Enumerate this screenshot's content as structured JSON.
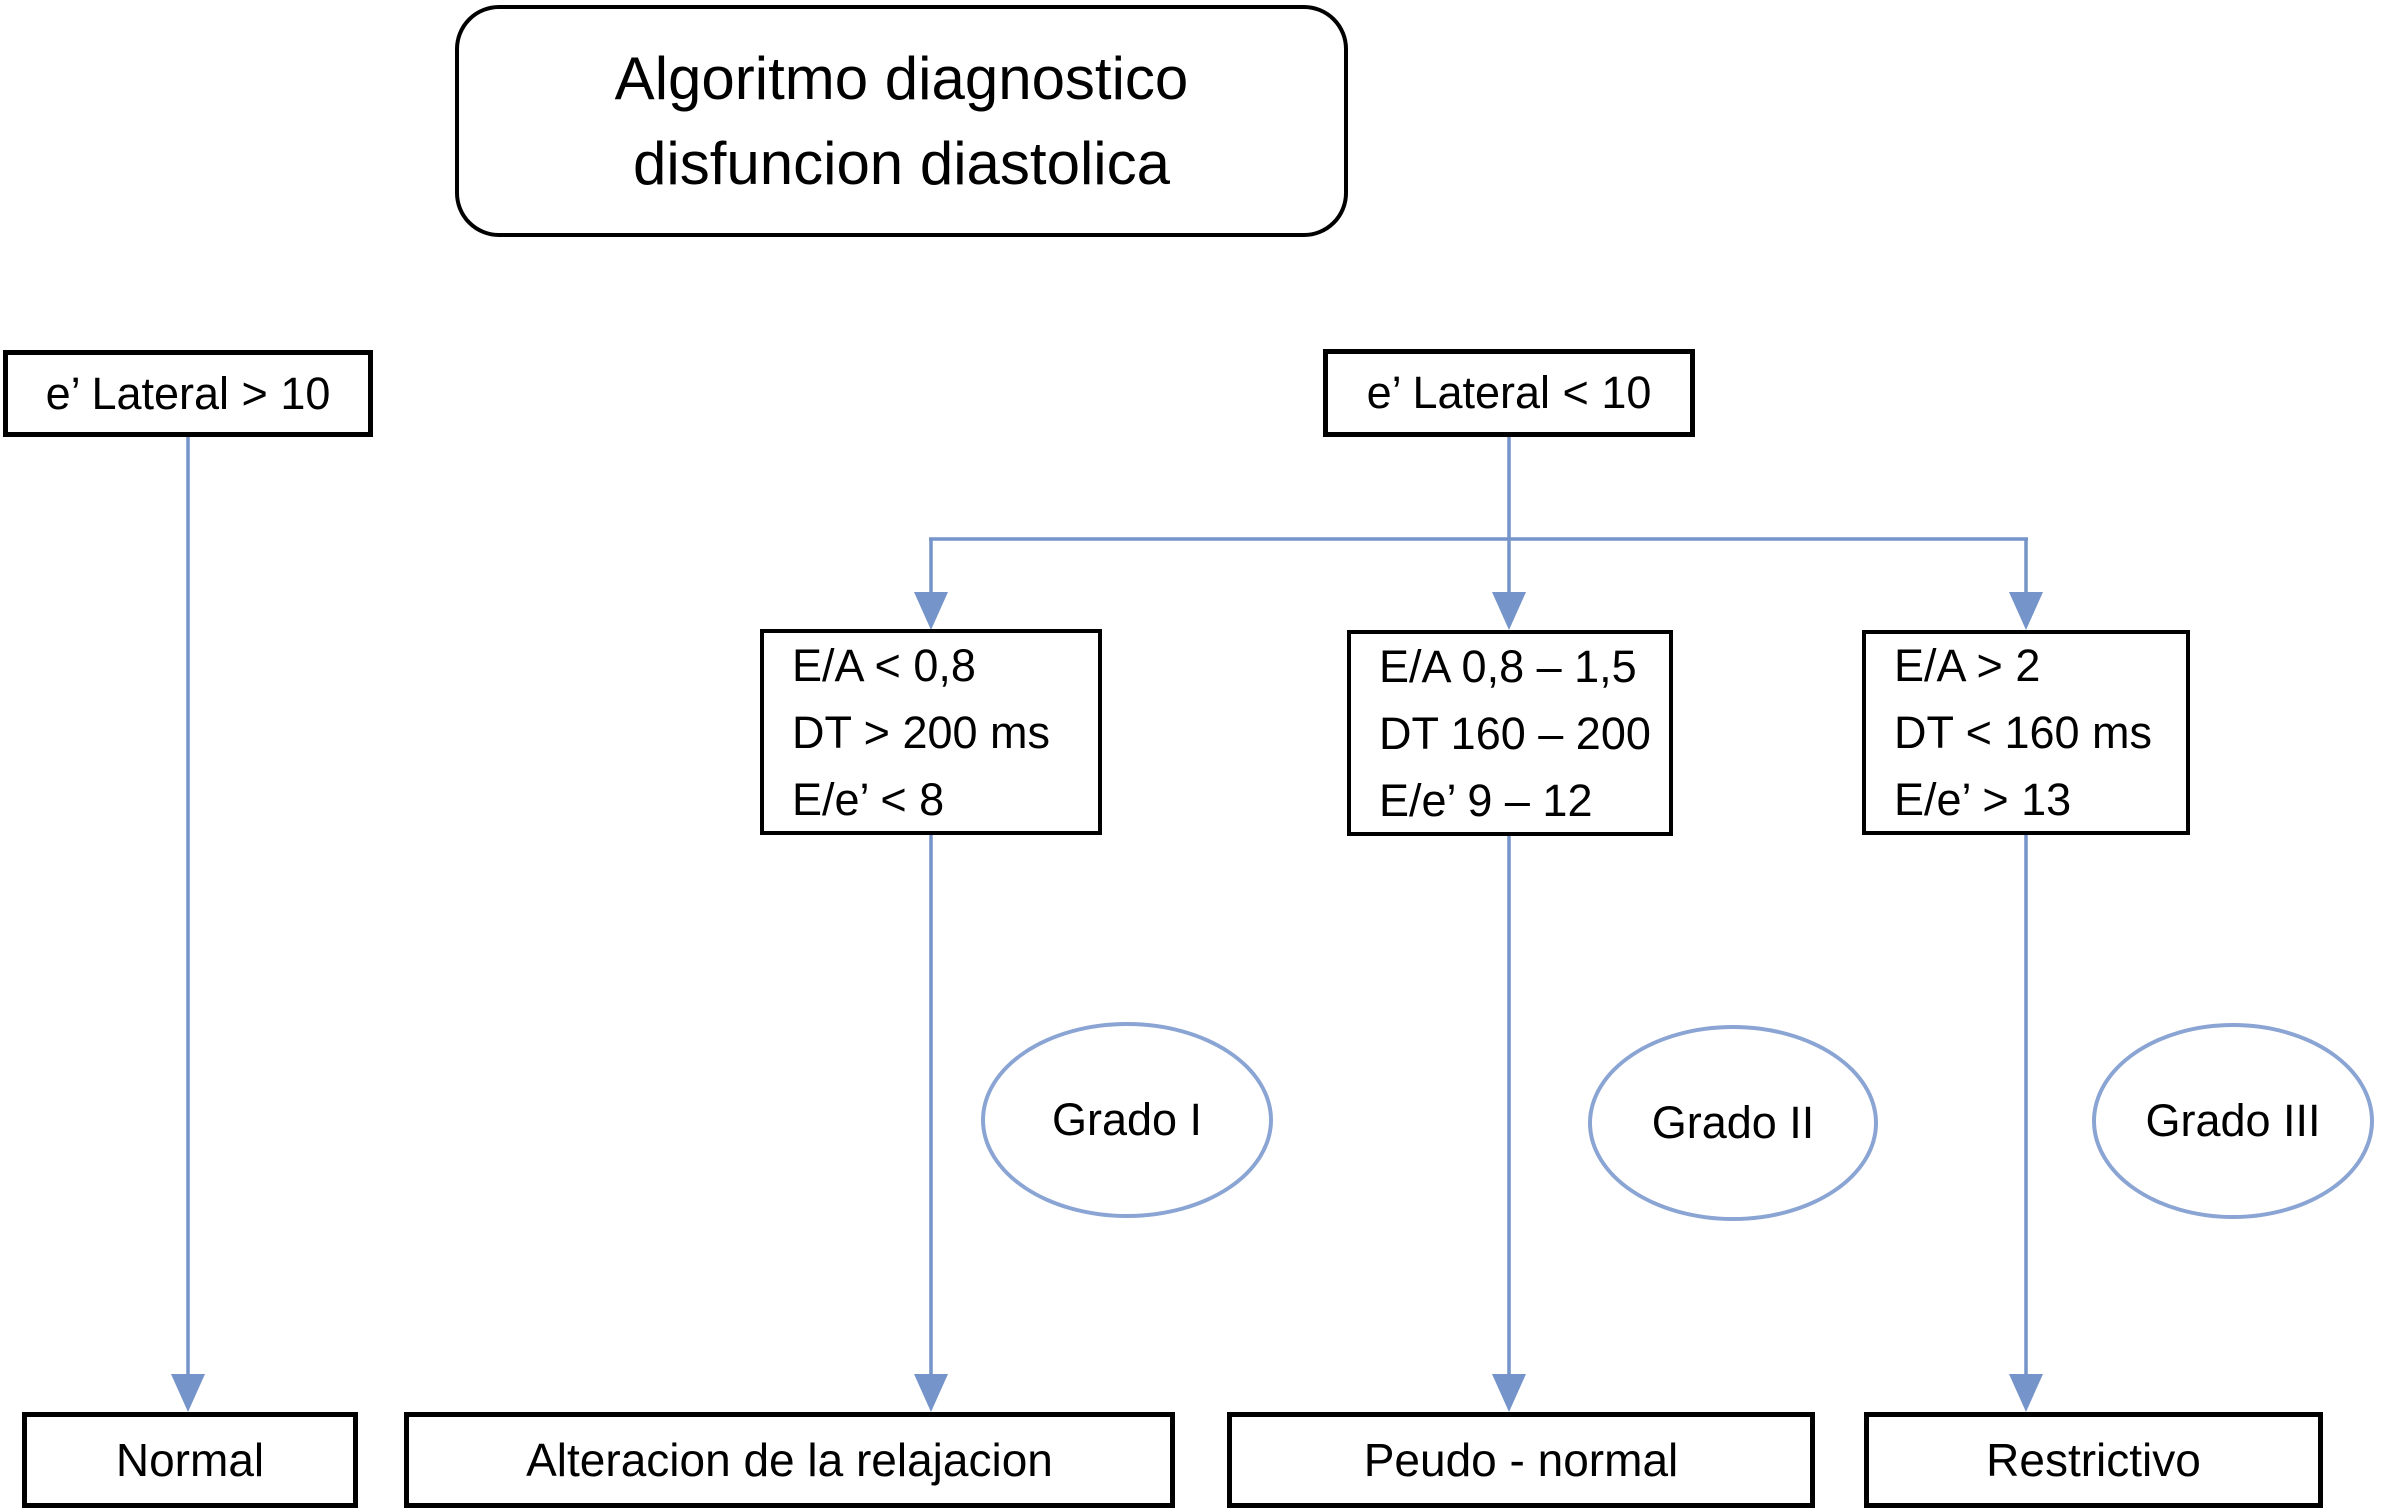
{
  "colors": {
    "connector": "#7594c9",
    "ellipse_stroke": "#8aa4d3",
    "box_border": "#000000",
    "text": "#000000",
    "background": "#ffffff"
  },
  "title": "Algoritmo diagnostico\ndisfuncion diastolica",
  "nodes": {
    "left_root": "e’ Lateral > 10",
    "right_root": "e’ Lateral < 10",
    "criteria": [
      {
        "lines": [
          "E/A < 0,8",
          "DT > 200 ms",
          "E/e’ < 8"
        ]
      },
      {
        "lines": [
          "E/A 0,8 – 1,5",
          "DT 160 – 200",
          "E/e’ 9 – 12"
        ]
      },
      {
        "lines": [
          "E/A > 2",
          "DT < 160 ms",
          "E/e’ > 13"
        ]
      }
    ],
    "grades": [
      "Grado I",
      "Grado II",
      "Grado III"
    ],
    "outcomes": [
      "Normal",
      "Alteracion de la relajacion",
      "Peudo - normal",
      "Restrictivo"
    ]
  }
}
